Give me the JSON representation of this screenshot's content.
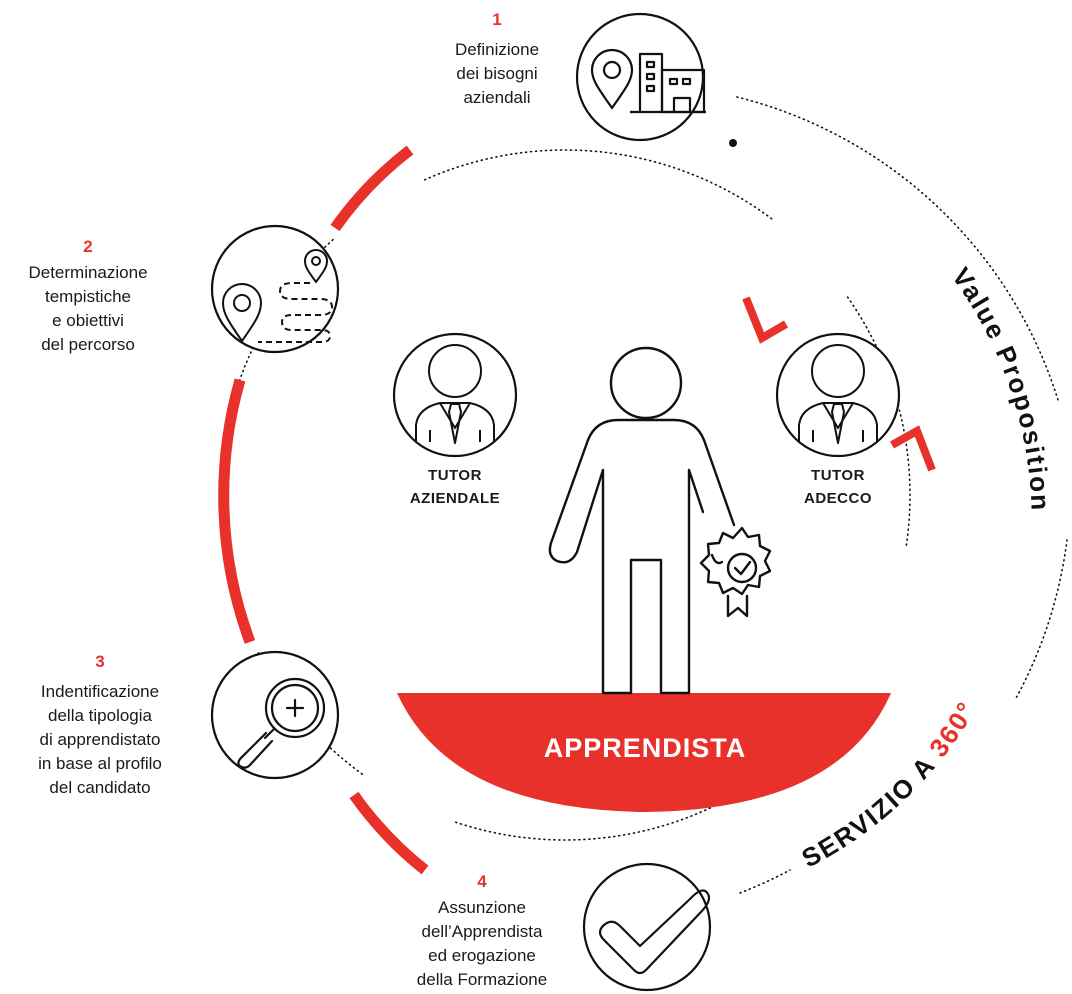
{
  "colors": {
    "accent": "#e8312a",
    "ink": "#111111",
    "background": "#ffffff"
  },
  "steps": [
    {
      "number": "1",
      "lines": [
        "Definizione",
        "dei bisogni",
        "aziendali"
      ],
      "icon": "location-buildings-icon"
    },
    {
      "number": "2",
      "lines": [
        "Determinazione",
        "tempistiche",
        "e obiettivi",
        "del percorso"
      ],
      "icon": "route-map-icon"
    },
    {
      "number": "3",
      "lines": [
        "Indentificazione",
        "della tipologia",
        "di apprendistato",
        "in base al profilo",
        "del candidato"
      ],
      "icon": "magnifier-plus-icon"
    },
    {
      "number": "4",
      "lines": [
        "Assunzione",
        "dell’Apprendista",
        "ed erogazione",
        "della Formazione"
      ],
      "icon": "checkmark-icon"
    }
  ],
  "tutors": {
    "company": {
      "line1": "TUTOR",
      "line2": "AZIENDALE",
      "icon": "person-tie-icon"
    },
    "adecco": {
      "line1": "TUTOR",
      "line2": "ADECCO",
      "icon": "person-tie-icon"
    }
  },
  "center": {
    "label": "APPRENDISTA",
    "icon": "person-with-badge-icon"
  },
  "curved_text": {
    "value_proposition": "Value Proposition",
    "servizio_prefix": "SERVIZIO A ",
    "servizio_number": "360°"
  }
}
